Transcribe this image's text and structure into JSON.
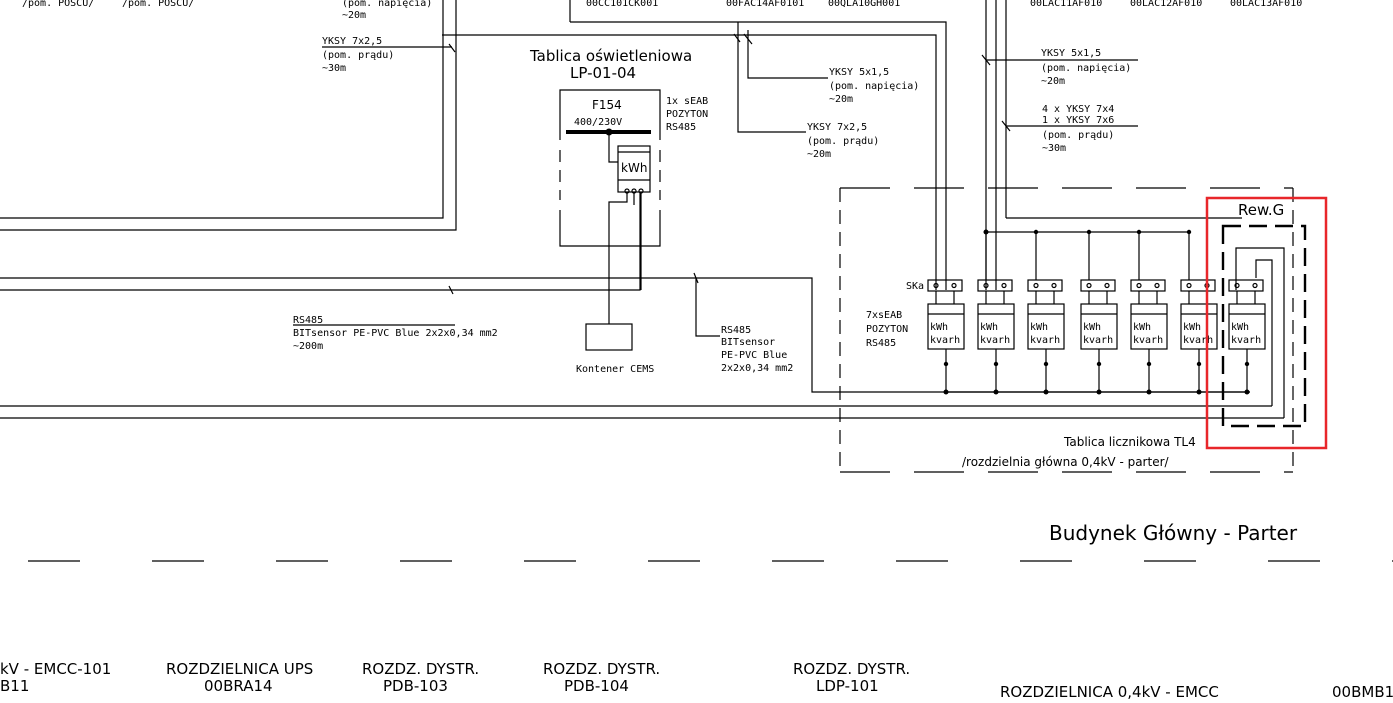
{
  "top_labels": {
    "partial1": "/pom. POSCU/",
    "partial2": "/pom. POSCU/",
    "partial3": "(pom. napięcia)",
    "partial3b": "~20m",
    "tag1": "00CC101CK001",
    "tag2": "00FAC14AF0101",
    "tag3": "00QLA10GH001",
    "tag4": "00LAC11AF010",
    "tag5": "00LAC12AF010",
    "tag6": "00LAC13AF010"
  },
  "cables": {
    "c1": {
      "type": "YKSY 7x2,5",
      "note": "(pom. prądu)",
      "len": "~30m"
    },
    "c2": {
      "type": "YKSY 5x1,5",
      "note": "(pom. napięcia)",
      "len": "~20m"
    },
    "c3": {
      "type": "YKSY 7x2,5",
      "note": "(pom. prądu)",
      "len": "~20m"
    },
    "c4": {
      "type": "YKSY 5x1,5",
      "note": "(pom. napięcia)",
      "len": "~20m"
    },
    "c5": {
      "type1": "4 x YKSY 7x4",
      "type2": "1 x YKSY 7x6",
      "note": "(pom. prądu)",
      "len": "~30m"
    },
    "rs1": {
      "type": "RS485",
      "desc": "BITsensor PE-PVC Blue 2x2x0,34 mm2",
      "len": "~200m"
    },
    "rs2": {
      "type": "RS485",
      "l1": "BITsensor",
      "l2": "PE-PVC Blue",
      "l3": "2x2x0,34 mm2"
    }
  },
  "lighting_panel": {
    "title1": "Tablica oświetleniowa",
    "title2": "LP-01-04",
    "feeder": "F154",
    "voltage": "400/230V",
    "meter": "kWh",
    "meter_info1": "1x sEAB",
    "meter_info2": "POZYTON",
    "meter_info3": "RS485"
  },
  "cems": "Kontener CEMS",
  "meter_panel": {
    "ska": "SKa",
    "info1": "7xsEAB",
    "info2": "POZYTON",
    "info3": "RS485",
    "meters": [
      {
        "l1": "kWh",
        "l2": "kvarh"
      },
      {
        "l1": "kWh",
        "l2": "kvarh"
      },
      {
        "l1": "kWh",
        "l2": "kvarh"
      },
      {
        "l1": "kWh",
        "l2": "kvarh"
      },
      {
        "l1": "kWh",
        "l2": "kvarh"
      },
      {
        "l1": "kWh",
        "l2": "kvarh"
      },
      {
        "l1": "kWh",
        "l2": "kvarh"
      }
    ],
    "title1": "Tablica licznikowa TL4",
    "title2": "/rozdzielnia główna 0,4kV - parter/"
  },
  "revision": "Rew.G",
  "building": "Budynek Główny - Parter",
  "bottom": {
    "b1a": "kV - EMCC-101",
    "b1b": "B11",
    "b2a": "ROZDZIELNICA UPS",
    "b2b": "00BRA14",
    "b3a": "ROZDZ. DYSTR.",
    "b3b": "PDB-103",
    "b4a": "ROZDZ. DYSTR.",
    "b4b": "PDB-104",
    "b5a": "ROZDZ. DYSTR.",
    "b5b": "LDP-101",
    "b6": "ROZDZIELNICA 0,4kV - EMCC",
    "b7": "00BMB1"
  },
  "colors": {
    "line": "#000000",
    "highlight": "#e8262a",
    "background": "#ffffff"
  }
}
